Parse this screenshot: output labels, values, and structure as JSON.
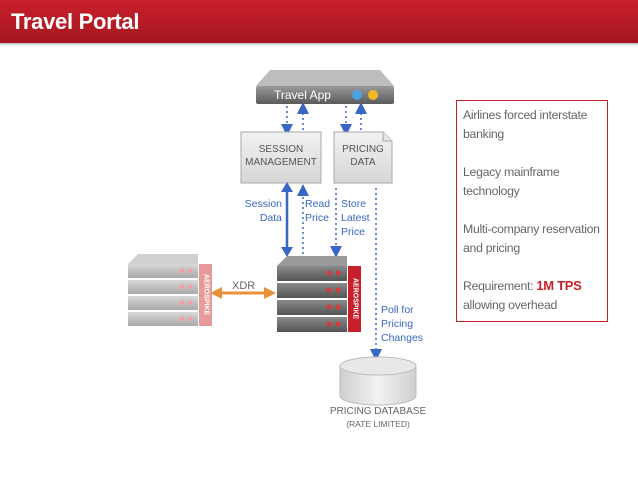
{
  "header": {
    "title": "Travel Portal"
  },
  "app": {
    "label": "Travel App"
  },
  "session_box": {
    "line1": "SESSION",
    "line2": "MANAGEMENT"
  },
  "pricing_box": {
    "line1": "PRICING",
    "line2": "DATA"
  },
  "labels": {
    "session_data": [
      "Session",
      "Data"
    ],
    "read_price": [
      "Read",
      "Price"
    ],
    "store_latest_price": [
      "Store",
      "Latest",
      "Price"
    ],
    "xdr": "XDR",
    "poll_for_pricing_changes": [
      "Poll for",
      "Pricing",
      "Changes"
    ]
  },
  "database": {
    "line1": "PRICING DATABASE",
    "line2": "(RATE LIMITED)"
  },
  "aerospike_logo": "AEROSPIKE",
  "info": {
    "item1": "Airlines forced interstate banking",
    "item2": "Legacy mainframe technology",
    "item3": "Multi-company reservation and pricing",
    "item4_prefix": "Requirement: ",
    "item4_value": "1M TPS",
    "item4_suffix": "allowing overhead"
  },
  "colors": {
    "brand_red": "#c8202b",
    "flow_blue": "#3a66c4",
    "xdr_orange": "#e8913a",
    "server_gray": "#7a7a7a"
  }
}
